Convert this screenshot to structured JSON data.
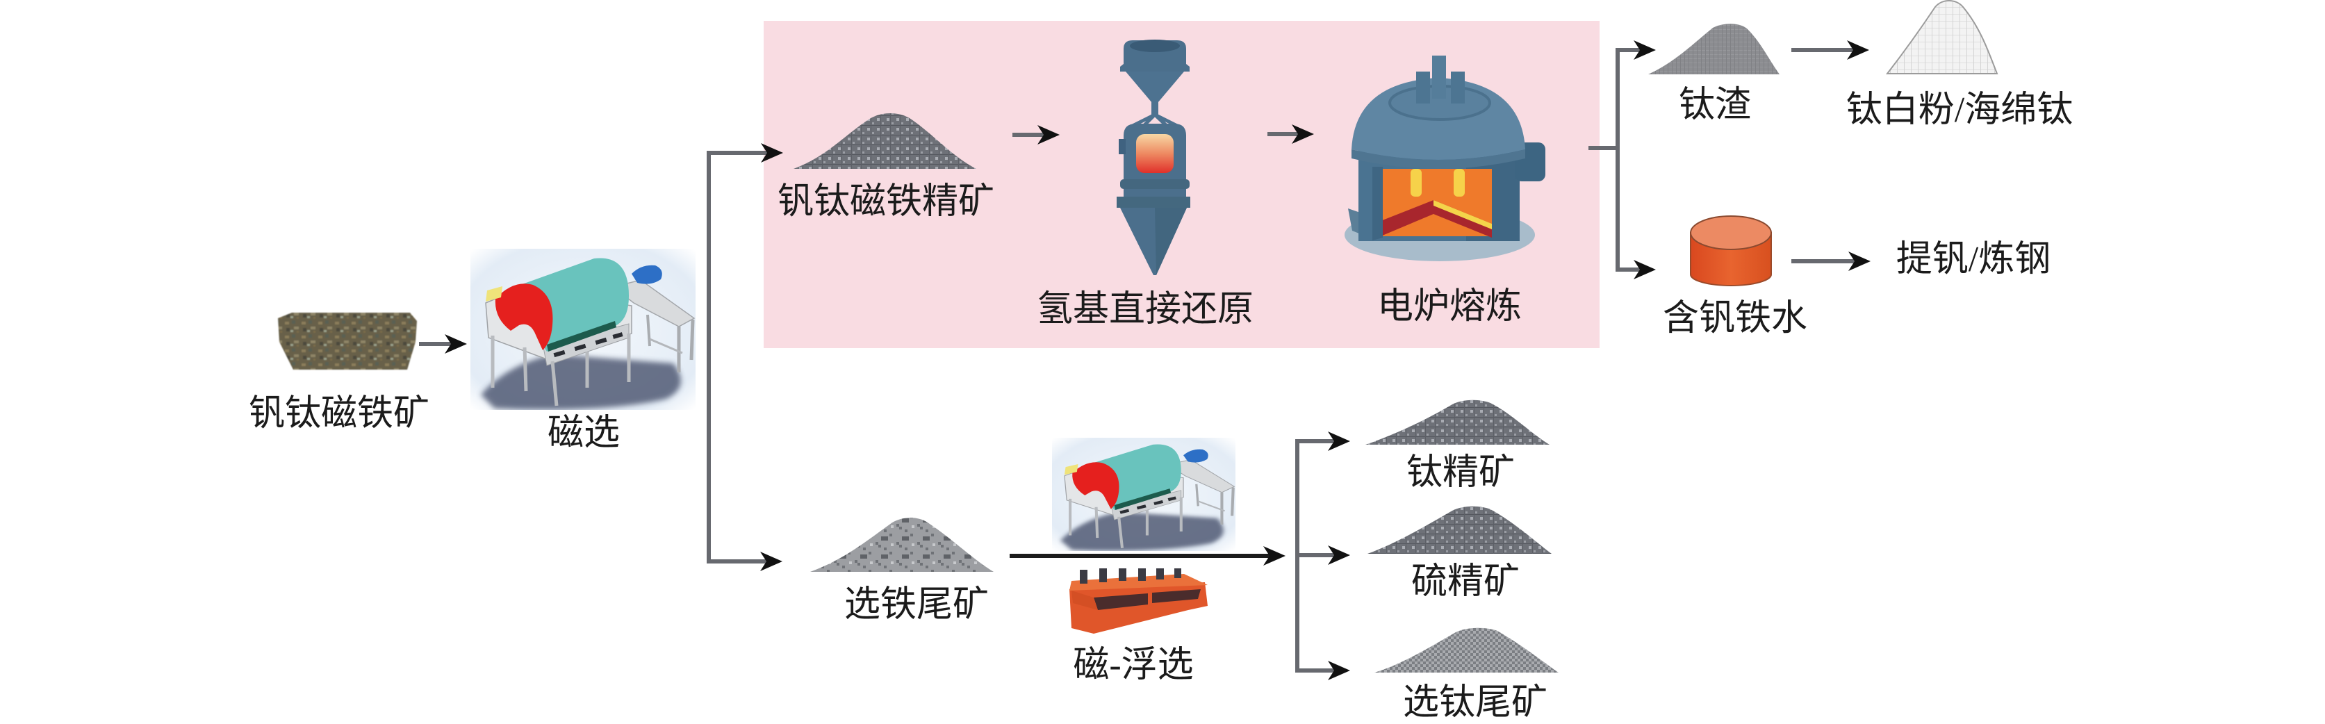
{
  "colors": {
    "highlight_background": "#f9dce2",
    "connector": "#67696f",
    "arrowhead": "#111111",
    "label_text": "#1b1b1b"
  },
  "nodes": {
    "raw_ore": {
      "label": "钒钛磁铁矿",
      "icon": "ore-rock-icon"
    },
    "magnetic_separation": {
      "label": "磁选",
      "icon": "magnetic-separator-icon"
    },
    "vti_concentrate": {
      "label": "钒钛磁铁精矿",
      "icon": "powder-pile-icon"
    },
    "hydrogen_direct_reduction": {
      "label": "氢基直接还原",
      "icon": "shaft-furnace-icon"
    },
    "electric_furnace_smelting": {
      "label": "电炉熔炼",
      "icon": "electric-furnace-icon"
    },
    "titanium_slag": {
      "label": "钛渣",
      "icon": "powder-pile-icon"
    },
    "titanium_products": {
      "label": "钛白粉/海绵钛",
      "icon": "white-powder-pile-icon"
    },
    "vanadium_hot_metal": {
      "label": "含钒铁水",
      "icon": "molten-iron-icon"
    },
    "vanadium_extraction_steelmaking": {
      "label": "提钒/炼钢"
    },
    "iron_tailings": {
      "label": "选铁尾矿",
      "icon": "powder-pile-icon"
    },
    "magnetic_flotation": {
      "label": "磁-浮选",
      "icon": "magnetic-separator-and-flotation-cell-icon"
    },
    "titanium_concentrate": {
      "label": "钛精矿",
      "icon": "powder-pile-icon"
    },
    "sulfur_concentrate": {
      "label": "硫精矿",
      "icon": "powder-pile-icon"
    },
    "titanium_tailings": {
      "label": "选钛尾矿",
      "icon": "powder-pile-icon"
    }
  },
  "highlight_group": [
    "vti_concentrate",
    "hydrogen_direct_reduction",
    "electric_furnace_smelting"
  ],
  "flow": [
    {
      "from": "raw_ore",
      "to": "magnetic_separation"
    },
    {
      "from": "magnetic_separation",
      "to": "vti_concentrate"
    },
    {
      "from": "magnetic_separation",
      "to": "iron_tailings"
    },
    {
      "from": "vti_concentrate",
      "to": "hydrogen_direct_reduction"
    },
    {
      "from": "hydrogen_direct_reduction",
      "to": "electric_furnace_smelting"
    },
    {
      "from": "electric_furnace_smelting",
      "to": "titanium_slag"
    },
    {
      "from": "electric_furnace_smelting",
      "to": "vanadium_hot_metal"
    },
    {
      "from": "titanium_slag",
      "to": "titanium_products"
    },
    {
      "from": "vanadium_hot_metal",
      "to": "vanadium_extraction_steelmaking"
    },
    {
      "from": "iron_tailings",
      "to": "titanium_concentrate",
      "via": "magnetic_flotation"
    },
    {
      "from": "iron_tailings",
      "to": "sulfur_concentrate",
      "via": "magnetic_flotation"
    },
    {
      "from": "iron_tailings",
      "to": "titanium_tailings",
      "via": "magnetic_flotation"
    }
  ]
}
